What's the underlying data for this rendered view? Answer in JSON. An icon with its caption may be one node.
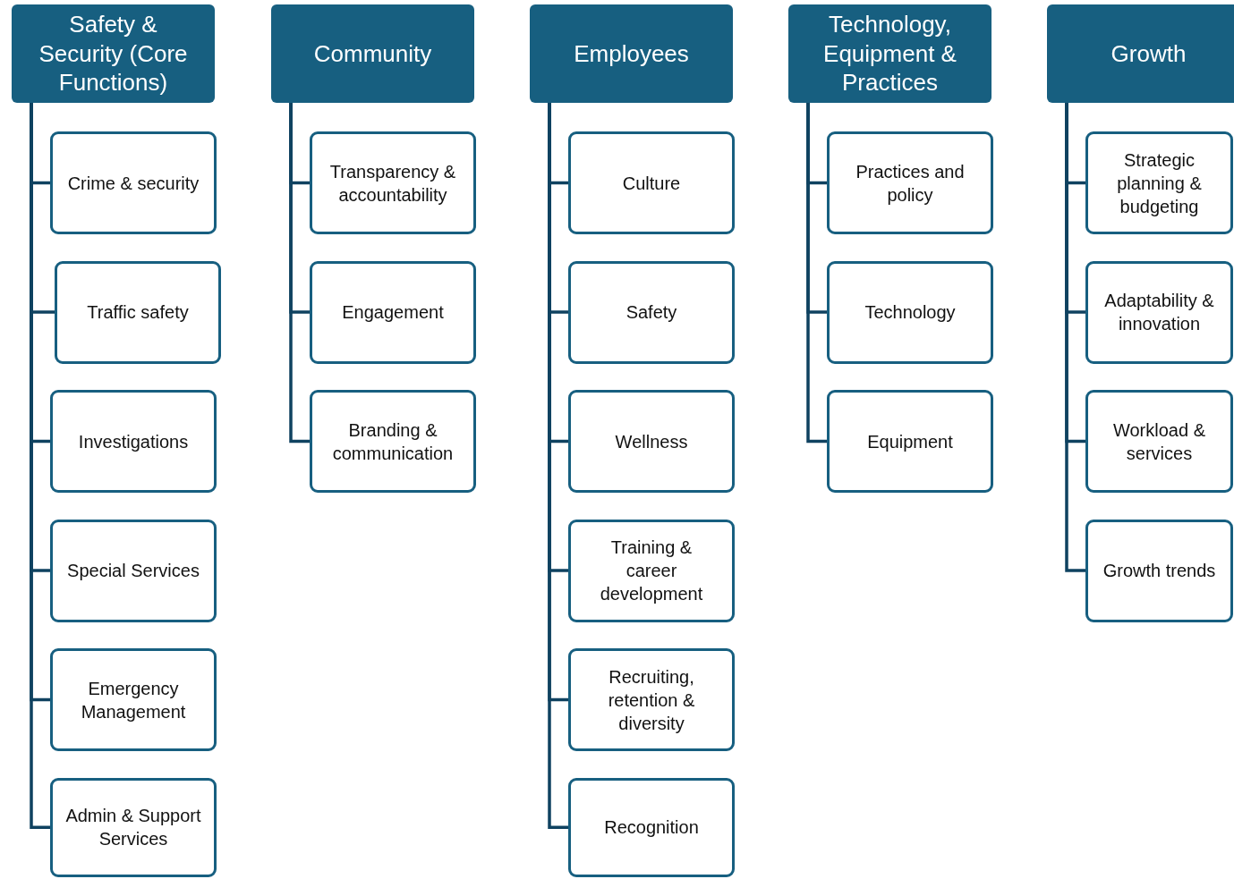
{
  "diagram": {
    "nodes": [
      {
        "text": [
          "Safety & Security (Core Functions)"
        ]
      },
      {
        "text": [
          "Crime & security"
        ]
      },
      {
        "text": [
          "Traffic safety"
        ]
      },
      {
        "text": [
          "Investigations"
        ]
      },
      {
        "text": [
          "Special Services"
        ]
      },
      {
        "text": [
          "Emergency Management"
        ]
      },
      {
        "text": [
          "Admin & Support Services"
        ]
      },
      {
        "text": [
          "Community"
        ]
      },
      {
        "text": [
          "Transparency & accountability"
        ]
      },
      {
        "text": [
          "Engagement"
        ]
      },
      {
        "text": [
          "Branding & communication"
        ]
      },
      {
        "text": [
          "Employees"
        ]
      },
      {
        "text": [
          "Culture"
        ]
      },
      {
        "text": [
          "Safety"
        ]
      },
      {
        "text": [
          "Wellness"
        ]
      },
      {
        "text": [
          "Training & career development"
        ]
      },
      {
        "text": [
          "Recruiting, retention & diversity"
        ]
      },
      {
        "text": [
          "Recognition"
        ]
      },
      {
        "text": [
          "Technology, Equipment & Practices"
        ]
      },
      {
        "text": [
          "Practices and policy"
        ]
      },
      {
        "text": [
          "Technology"
        ]
      },
      {
        "text": [
          "Equipment"
        ]
      },
      {
        "text": [
          "Growth"
        ]
      },
      {
        "text": [
          "Strategic planning & budgeting"
        ]
      },
      {
        "text": [
          "Adaptability & innovation"
        ]
      },
      {
        "text": [
          "Workload & services"
        ]
      },
      {
        "text": [
          "Growth trends"
        ]
      }
    ],
    "edges": [
      {
        "from": 0,
        "to": 1,
        "arrow": "none"
      },
      {
        "from": 0,
        "to": 2,
        "arrow": "none"
      },
      {
        "from": 0,
        "to": 3,
        "arrow": "none"
      },
      {
        "from": 0,
        "to": 4,
        "arrow": "none"
      },
      {
        "from": 0,
        "to": 5,
        "arrow": "none"
      },
      {
        "from": 0,
        "to": 6,
        "arrow": "none"
      },
      {
        "from": 7,
        "to": 8,
        "arrow": "none"
      },
      {
        "from": 7,
        "to": 9,
        "arrow": "none"
      },
      {
        "from": 7,
        "to": 10,
        "arrow": "none"
      },
      {
        "from": 11,
        "to": 12,
        "arrow": "none"
      },
      {
        "from": 11,
        "to": 13,
        "arrow": "none"
      },
      {
        "from": 11,
        "to": 14,
        "arrow": "none"
      },
      {
        "from": 11,
        "to": 15,
        "arrow": "none"
      },
      {
        "from": 11,
        "to": 16,
        "arrow": "none"
      },
      {
        "from": 11,
        "to": 17,
        "arrow": "none"
      },
      {
        "from": 18,
        "to": 19,
        "arrow": "none"
      },
      {
        "from": 18,
        "to": 20,
        "arrow": "none"
      },
      {
        "from": 18,
        "to": 21,
        "arrow": "none"
      },
      {
        "from": 22,
        "to": 23,
        "arrow": "none"
      },
      {
        "from": 22,
        "to": 24,
        "arrow": "none"
      },
      {
        "from": 22,
        "to": 25,
        "arrow": "none"
      },
      {
        "from": 22,
        "to": 26,
        "arrow": "none"
      }
    ]
  }
}
